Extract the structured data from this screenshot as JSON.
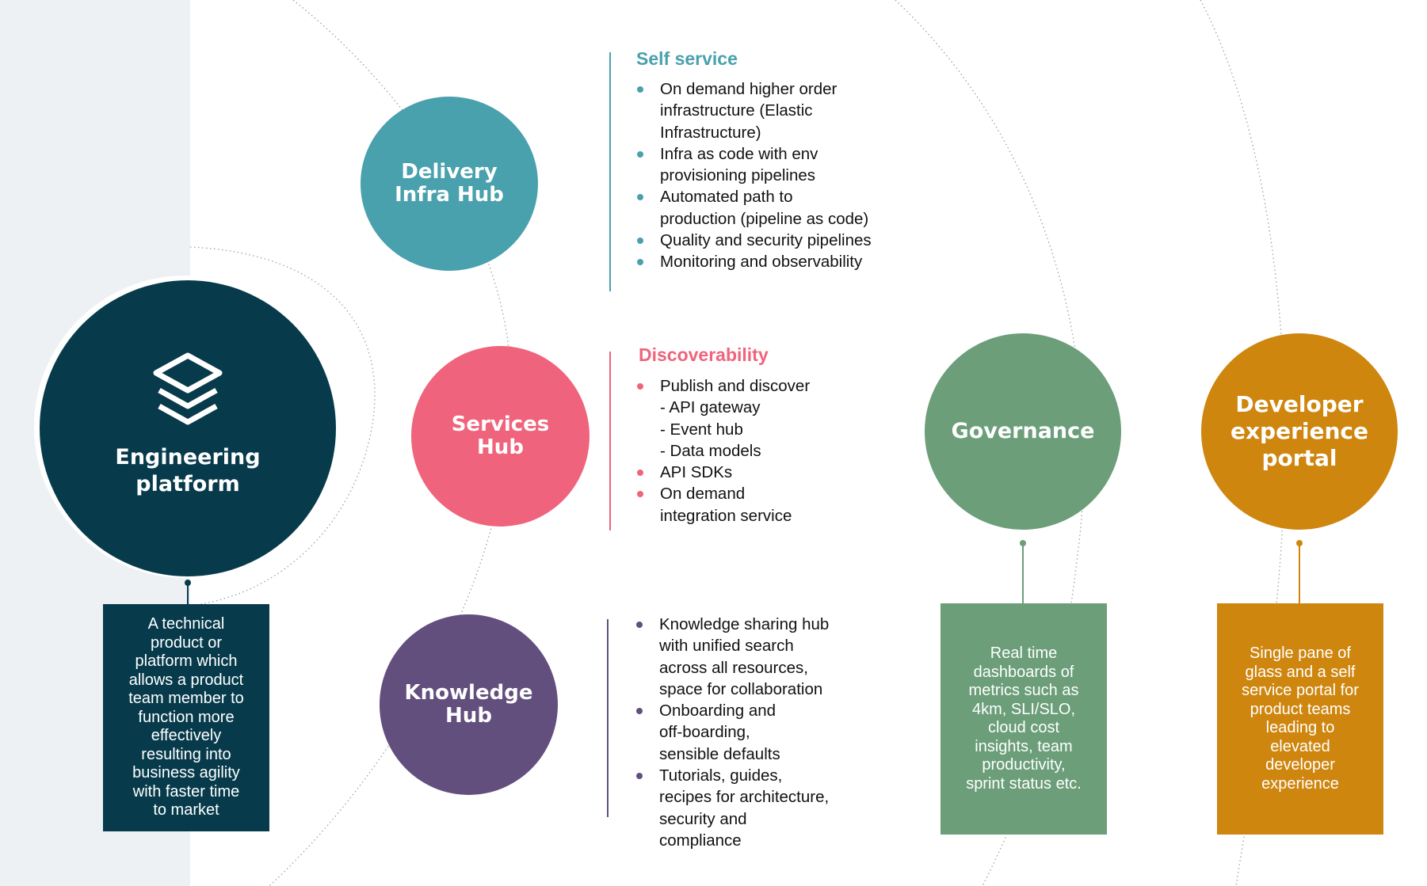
{
  "platform": {
    "title": "Engineering\nplatform",
    "icon": "layers-icon",
    "description": "A technical\nproduct or\nplatform which\nallows a product\nteam member to\nfunction more\neffectively\nresulting into\nbusiness agility\nwith faster time\nto market",
    "color": "#073b4c"
  },
  "hubs": {
    "delivery": {
      "title": "Delivery\nInfra Hub",
      "color": "#49a1ad",
      "heading": "Self service",
      "bullets": [
        "On demand higher order\ninfrastructure (Elastic\nInfrastructure)",
        "Infra as code with env\nprovisioning pipelines",
        "Automated path to\nproduction (pipeline as code)",
        "Quality and security pipelines",
        "Monitoring and observability"
      ]
    },
    "services": {
      "title": "Services\nHub",
      "color": "#ef647c",
      "heading": "Discoverability",
      "bullets": [
        "Publish and discover",
        "- API gateway",
        " - Event hub",
        " - Data models",
        "API SDKs",
        "On demand\nintegration service"
      ]
    },
    "knowledge": {
      "title": "Knowledge\nHub",
      "color": "#624f7d",
      "heading": "",
      "bullets": [
        "Knowledge sharing hub\nwith unified search\nacross all resources,\nspace for collaboration",
        "Onboarding and\noff-boarding,\nsensible defaults",
        "Tutorials, guides,\nrecipes for architecture,\nsecurity and\ncompliance"
      ]
    }
  },
  "governance": {
    "title": "Governance",
    "color": "#6b9e79",
    "description": "Real time\ndashboards of\nmetrics such as\n4km, SLI/SLO,\ncloud cost\ninsights, team\nproductivity,\nsprint status etc."
  },
  "devportal": {
    "title": "Developer\nexperience\nportal",
    "color": "#ce860f",
    "description": "Single pane of\nglass and a self\nservice  portal for\nproduct teams\nleading to\nelevated\ndeveloper\nexperience"
  }
}
